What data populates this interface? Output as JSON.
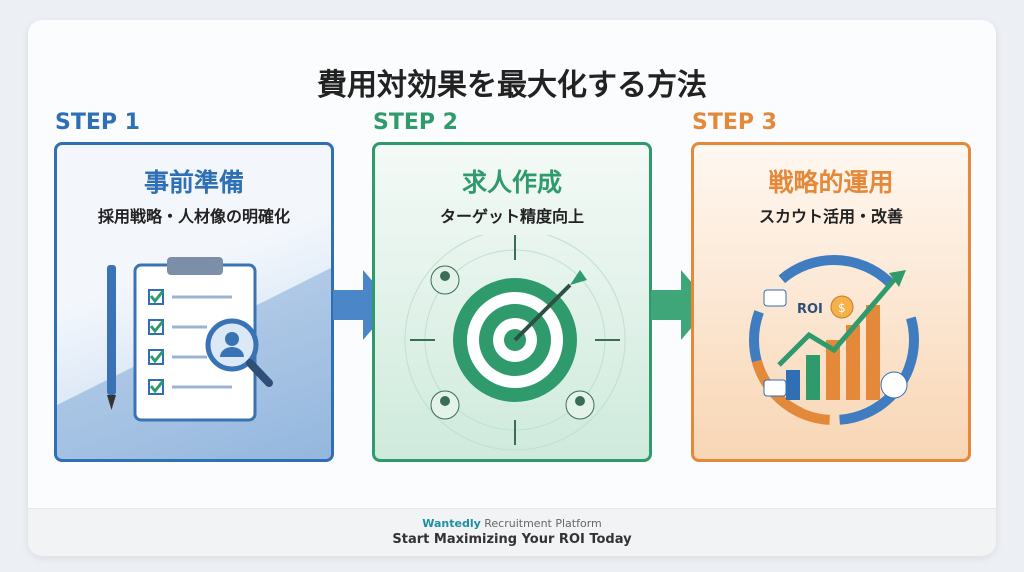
{
  "title": "費用対効果を最大化する方法",
  "steps": [
    {
      "label": "STEP 1",
      "heading": "事前準備",
      "sub": "採用戦略・人材像の明確化",
      "color": "#2f6fb3"
    },
    {
      "label": "STEP 2",
      "heading": "求人作成",
      "sub": "ターゲット精度向上",
      "color": "#2f9a6c"
    },
    {
      "label": "STEP 3",
      "heading": "戦略的運用",
      "sub": "スカウト活用・改善",
      "color": "#e4893a"
    }
  ],
  "roi_label": "ROI",
  "footer": {
    "brand": "Wantedly",
    "platform": "Recruitment Platform",
    "tagline": "Start Maximizing Your ROI Today"
  }
}
